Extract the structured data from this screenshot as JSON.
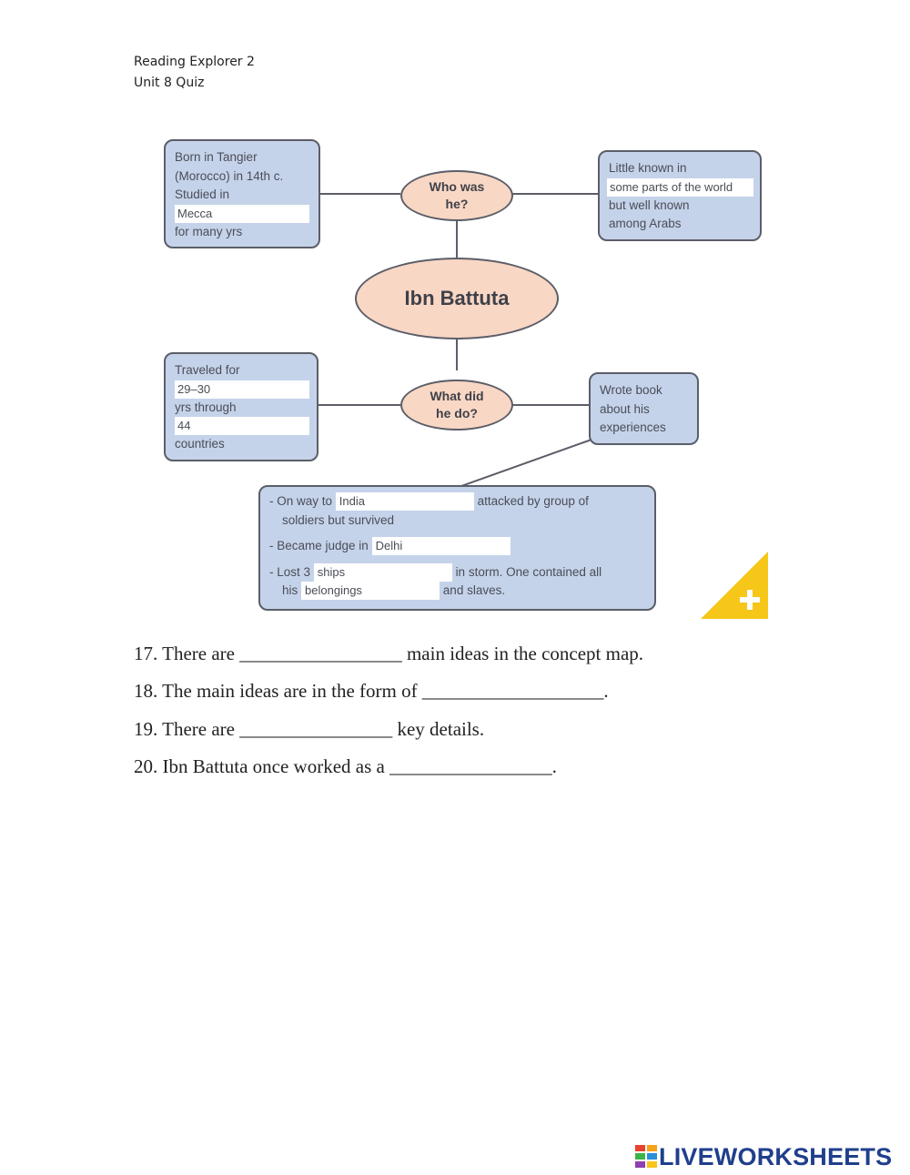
{
  "header": {
    "line1": "Reading Explorer 2",
    "line2": "Unit 8 Quiz"
  },
  "concept_map": {
    "center": "Ibn Battuta",
    "who_oval": [
      "Who was",
      "he?"
    ],
    "what_oval": [
      "What did",
      "he do?"
    ],
    "born_box": {
      "line1": "Born in Tangier",
      "line2": "(Morocco) in 14th c.",
      "line3": "Studied in",
      "fill": "Mecca",
      "line4": "for many yrs"
    },
    "known_box": {
      "line1": "Little known in",
      "fill": "some parts of the world",
      "line2": "but well known",
      "line3": "among Arabs"
    },
    "traveled_box": {
      "line1": "Traveled for",
      "fill1": "29–30",
      "line2": "yrs through",
      "fill2": "44",
      "line3": "countries"
    },
    "book_box": {
      "line1": "Wrote book",
      "line2": "about his",
      "line3": "experiences"
    },
    "details_box": {
      "d1_pre": "- On way to",
      "d1_fill": "India",
      "d1_post": "attacked by group of",
      "d1_line2": "soldiers but survived",
      "d2_pre": "- Became judge in",
      "d2_fill": "Delhi",
      "d3_pre": "- Lost 3",
      "d3_fill": "ships",
      "d3_post": "in storm. One contained all",
      "d3b_pre": "his",
      "d3b_fill": "belongings",
      "d3b_post": "and slaves."
    }
  },
  "questions": [
    "17. There are _________________ main ideas in the concept map.",
    "18. The main ideas are in the form of ___________________.",
    "19. There are ________________ key details.",
    "20. Ibn Battuta once worked as a _________________."
  ],
  "brand": {
    "text": "LIVEWORKSHEETS"
  },
  "colors": {
    "box_fill": "#c5d3ea",
    "oval_fill": "#f9d7c5",
    "corner_yellow": "#f6c619",
    "brand_blue": "#1f3f8c"
  },
  "icons": {
    "corner": "plus-icon",
    "brand_logo": "liveworksheets-logo-icon"
  }
}
